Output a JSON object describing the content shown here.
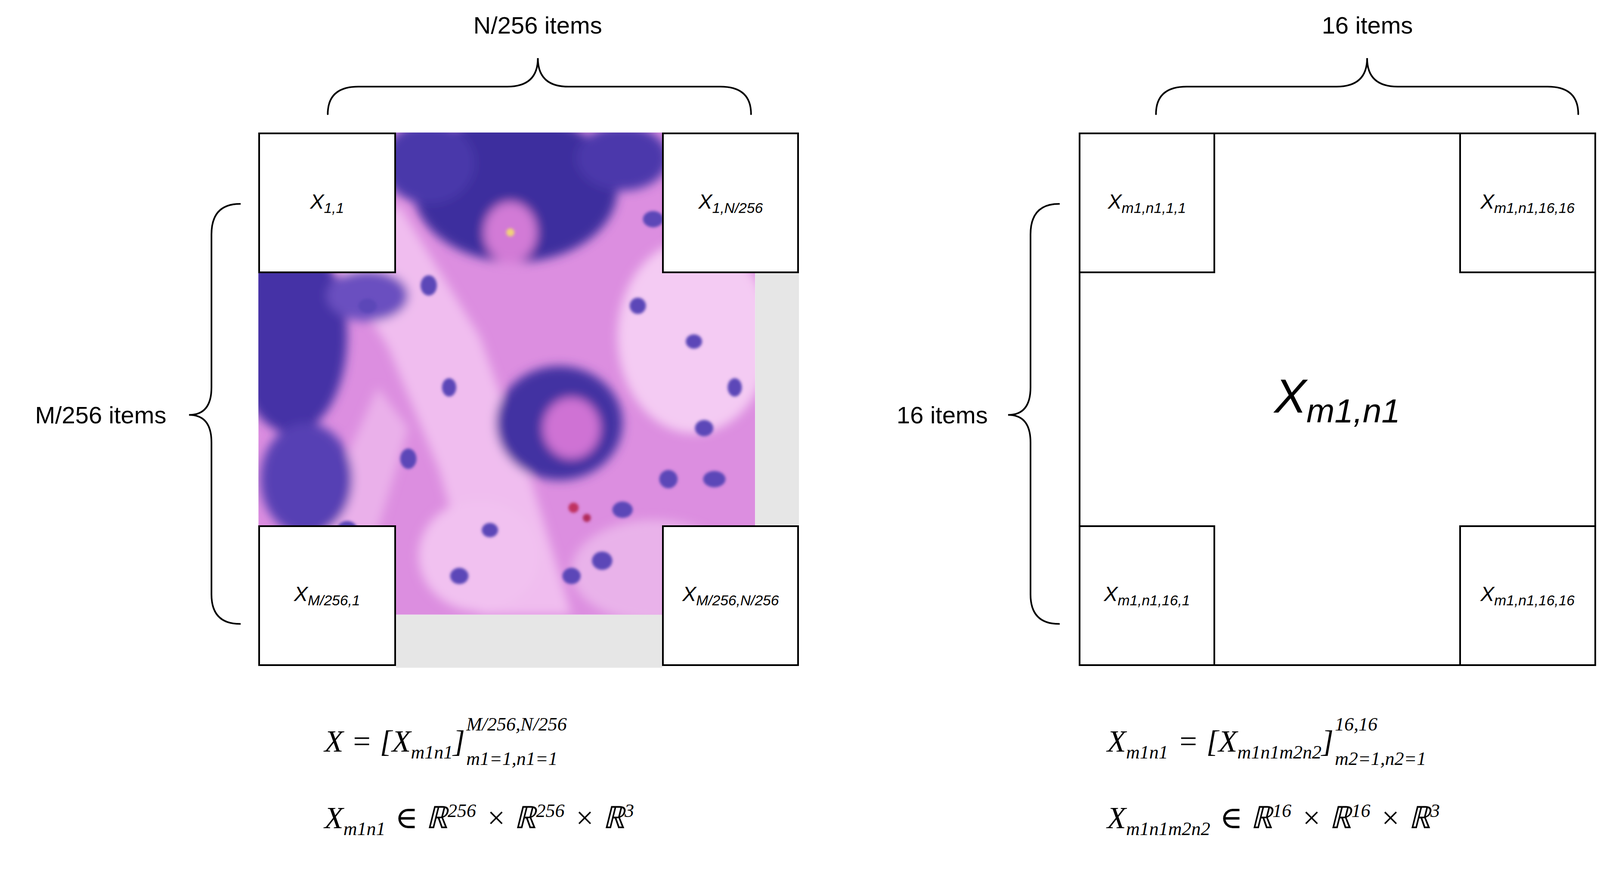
{
  "diagram": {
    "nodes": [
      {
        "text": [
          "X",
          "1,1"
        ]
      },
      {
        "text": [
          "X",
          "1,N/256"
        ]
      },
      {
        "text": [
          "X",
          "M/256,1"
        ]
      },
      {
        "text": [
          "X",
          "M/256,N/256"
        ]
      },
      {
        "text": [
          "X",
          "m1,n1"
        ]
      },
      {
        "text": [
          "X",
          "m1,n1,1,1"
        ],
        "in": 4
      },
      {
        "text": [
          "X",
          "m1,n1,16,16"
        ],
        "in": 4
      },
      {
        "text": [
          "X",
          "m1,n1,16,1"
        ],
        "in": 4
      },
      {
        "text": [
          "X",
          "m1,n1,16,16"
        ],
        "in": 4
      }
    ],
    "labels": [
      "N/256 items",
      "M/256 items",
      "16 items",
      "16 items",
      "X = [X",
      "m1n1",
      "]",
      "M/256,N/256",
      "m1=1,n1=1",
      "X",
      "m1n1",
      "∈ ℝ",
      "256",
      "× ℝ",
      "256",
      "× ℝ",
      "3",
      "X",
      "m1n1",
      "= [X",
      "m1n1m2n2",
      "]",
      "16,16",
      "m2=1,n2=1",
      "X",
      "m1n1m2n2",
      "∈ ℝ",
      "16",
      "× ℝ",
      "16",
      "× ℝ",
      "3"
    ]
  }
}
